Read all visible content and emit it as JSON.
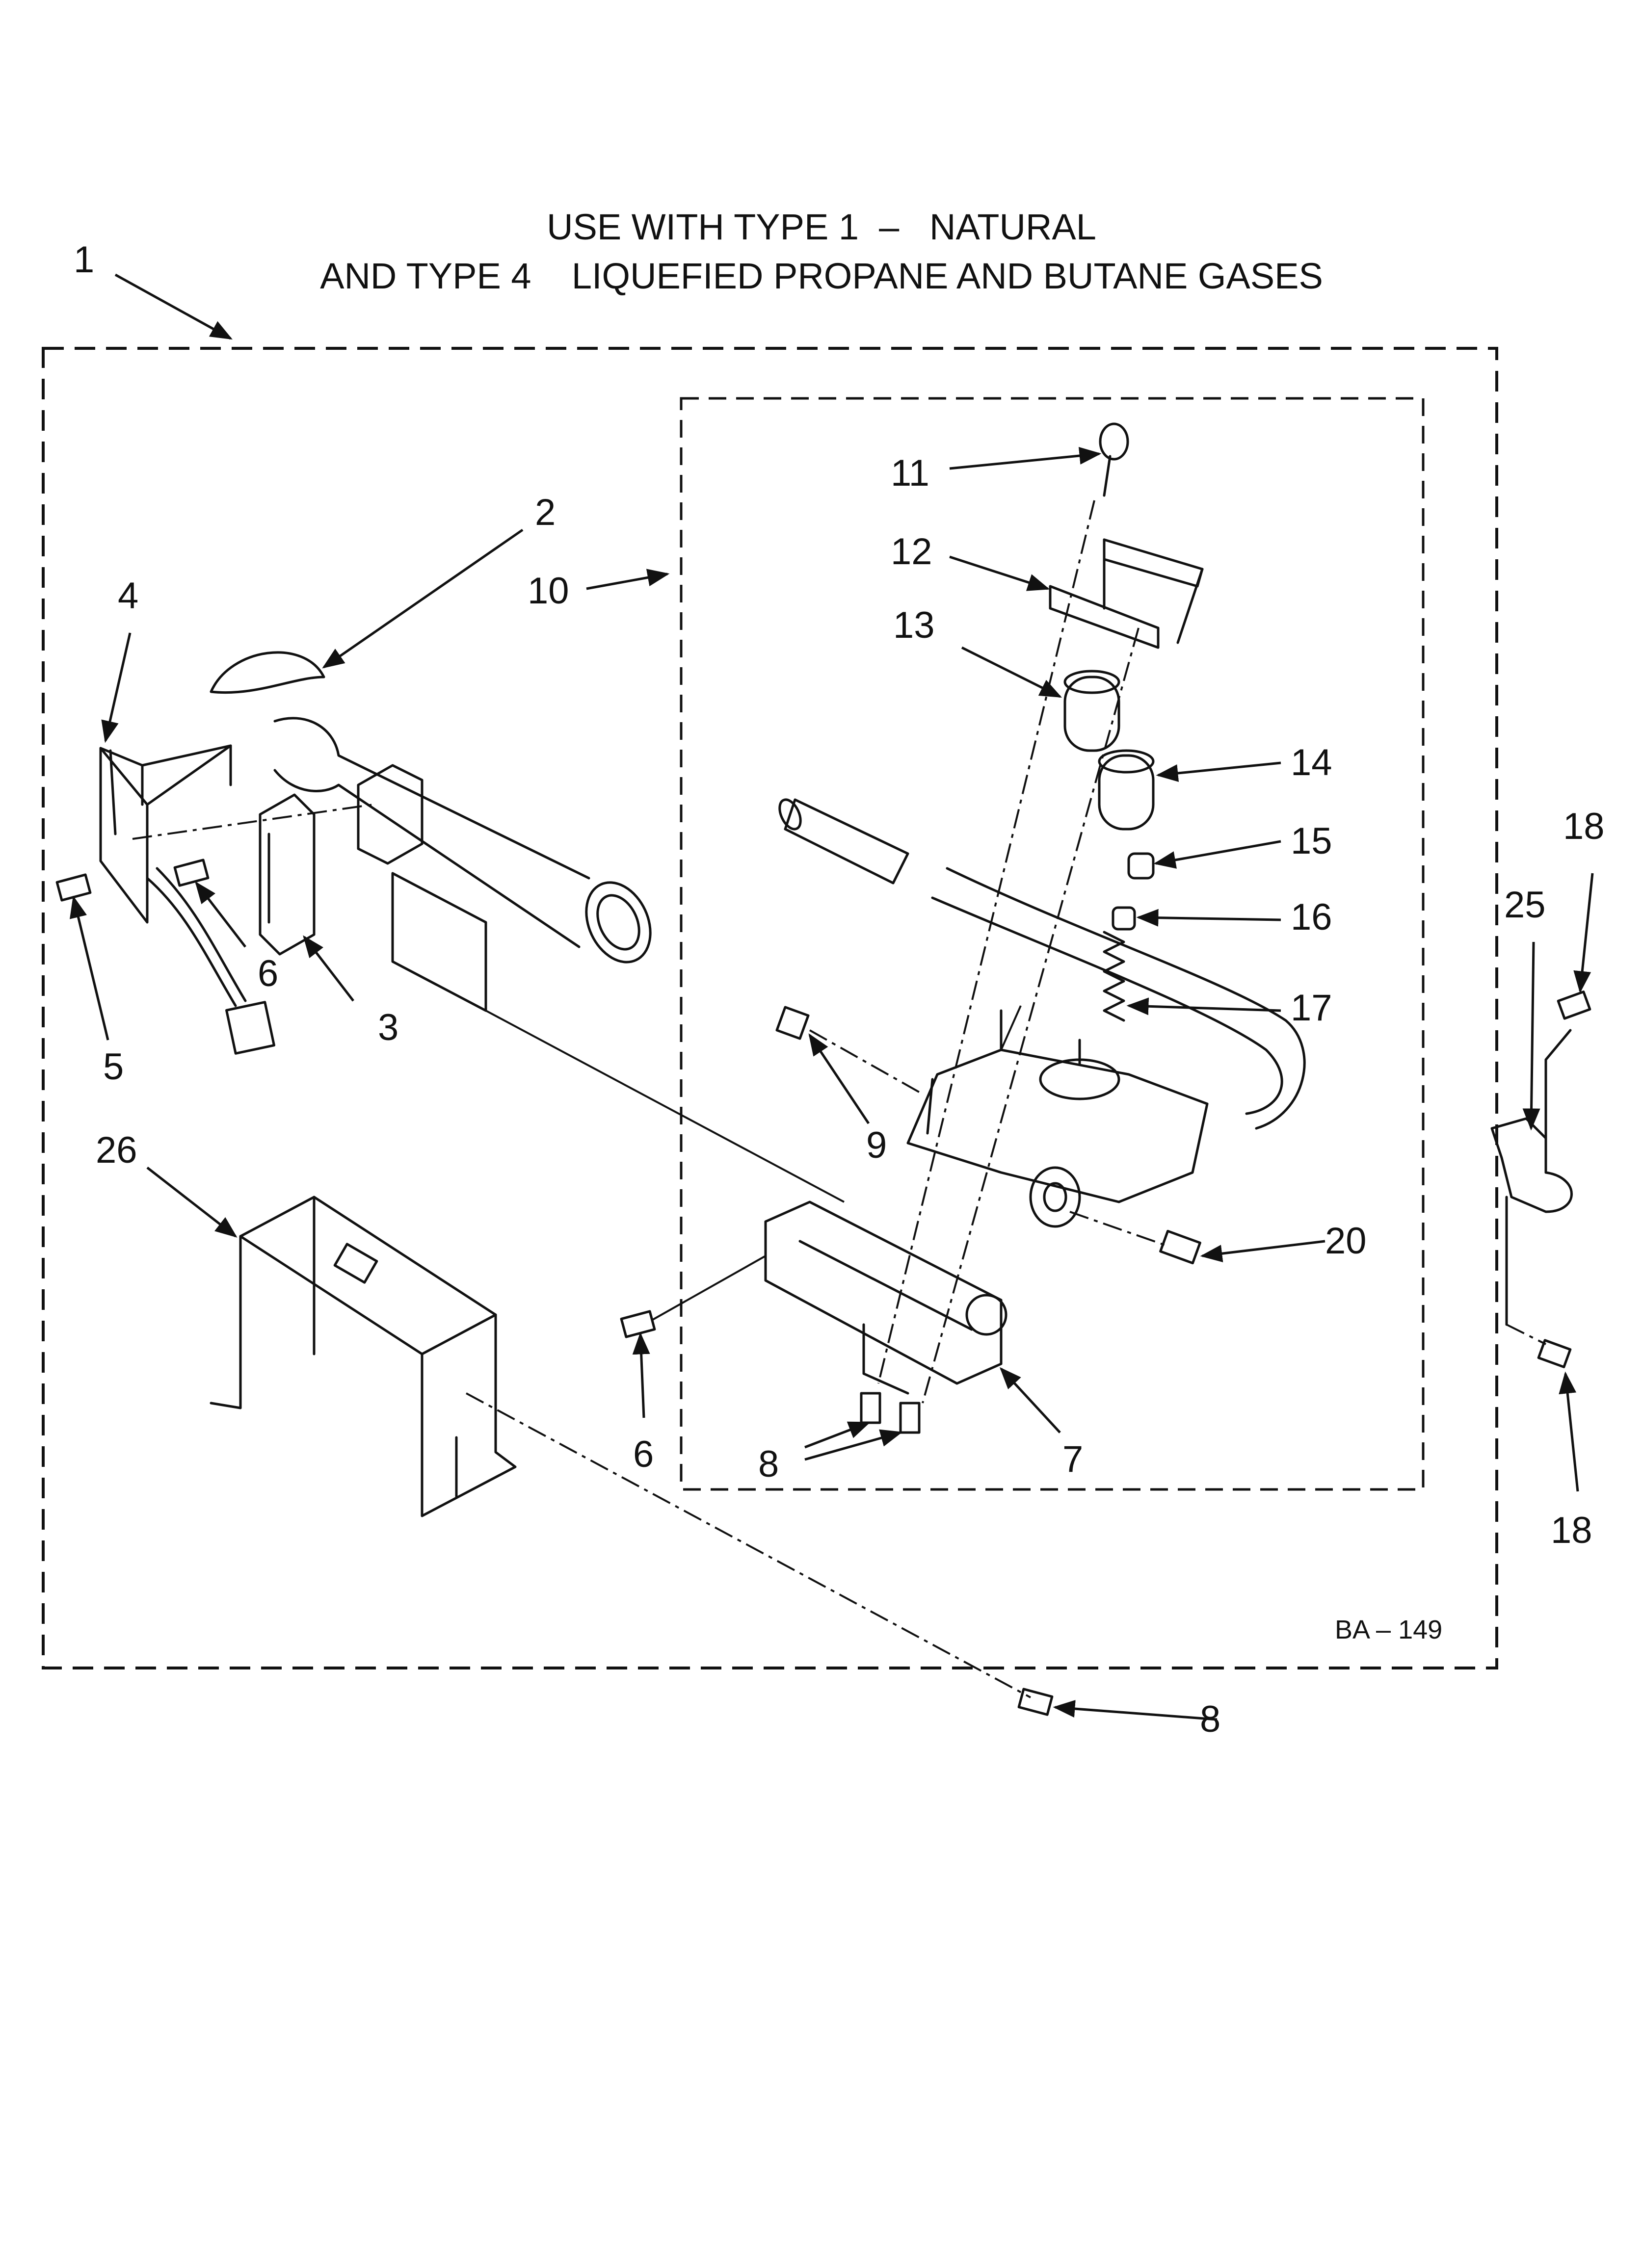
{
  "header": {
    "line1": "USE WITH TYPE 1  –   NATURAL",
    "line2": "AND TYPE 4    LIQUEFIED PROPANE AND BUTANE GASES"
  },
  "diagram_code": "BA – 149",
  "callouts": {
    "c1": "1",
    "c2": "2",
    "c3": "3",
    "c4": "4",
    "c5": "5",
    "c6a": "6",
    "c6b": "6",
    "c7": "7",
    "c8a": "8",
    "c8b": "8",
    "c9": "9",
    "c10": "10",
    "c11": "11",
    "c12": "12",
    "c13": "13",
    "c14": "14",
    "c15": "15",
    "c16": "16",
    "c17": "17",
    "c18a": "18",
    "c18b": "18",
    "c20": "20",
    "c25": "25",
    "c26": "26"
  }
}
